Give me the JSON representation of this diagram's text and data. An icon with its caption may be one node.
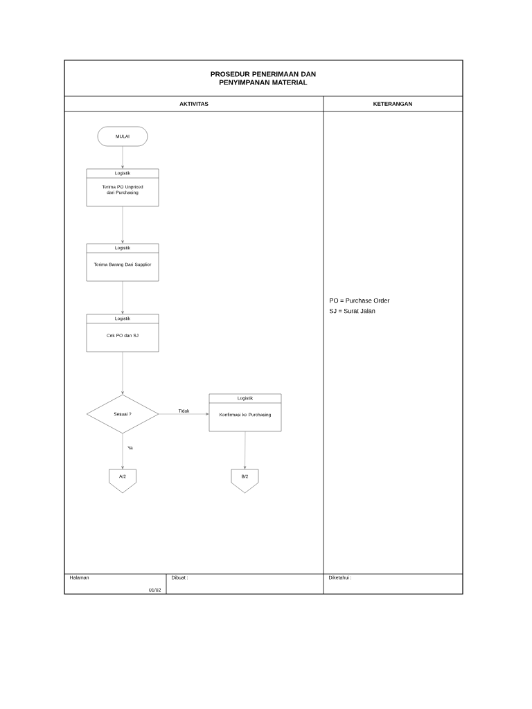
{
  "diagram": {
    "title": "PROSEDUR PENERIMAAN DAN PENYIMPANAN MATERIAL",
    "nodes": [
      {
        "text": [
          "MULAI"
        ]
      },
      {
        "text": [
          "Logistik",
          "Terima PO Unpriced dari Purchasing"
        ]
      },
      {
        "text": [
          "Logistik",
          "Terima Barang Dari Supplier"
        ]
      },
      {
        "text": [
          "Logistik",
          "Cek PO dan SJ"
        ]
      },
      {
        "text": [
          "Sesuai ?"
        ]
      },
      {
        "text": [
          "Logistik",
          "Konfirmasi ke Purchasing"
        ]
      },
      {
        "text": [
          "A/2"
        ]
      },
      {
        "text": [
          "B/2"
        ]
      }
    ],
    "edges": [
      {
        "from": 0,
        "to": 1,
        "arrow": "to"
      },
      {
        "from": 1,
        "to": 2,
        "arrow": "to"
      },
      {
        "from": 2,
        "to": 3,
        "arrow": "to"
      },
      {
        "from": 3,
        "to": 4,
        "arrow": "to"
      },
      {
        "from": 4,
        "to": 5,
        "arrow": "to",
        "label": "Tidak"
      },
      {
        "from": 4,
        "to": 6,
        "arrow": "to",
        "label": "Ya"
      },
      {
        "from": 5,
        "to": 7,
        "arrow": "to"
      }
    ],
    "labels": [
      "AKTIVITAS",
      "KETERANGAN",
      "PO = Purchase Order",
      "SJ = Surat Jalan",
      "Halaman",
      "01/02",
      "Dibuat :",
      "Diketahui :"
    ]
  }
}
